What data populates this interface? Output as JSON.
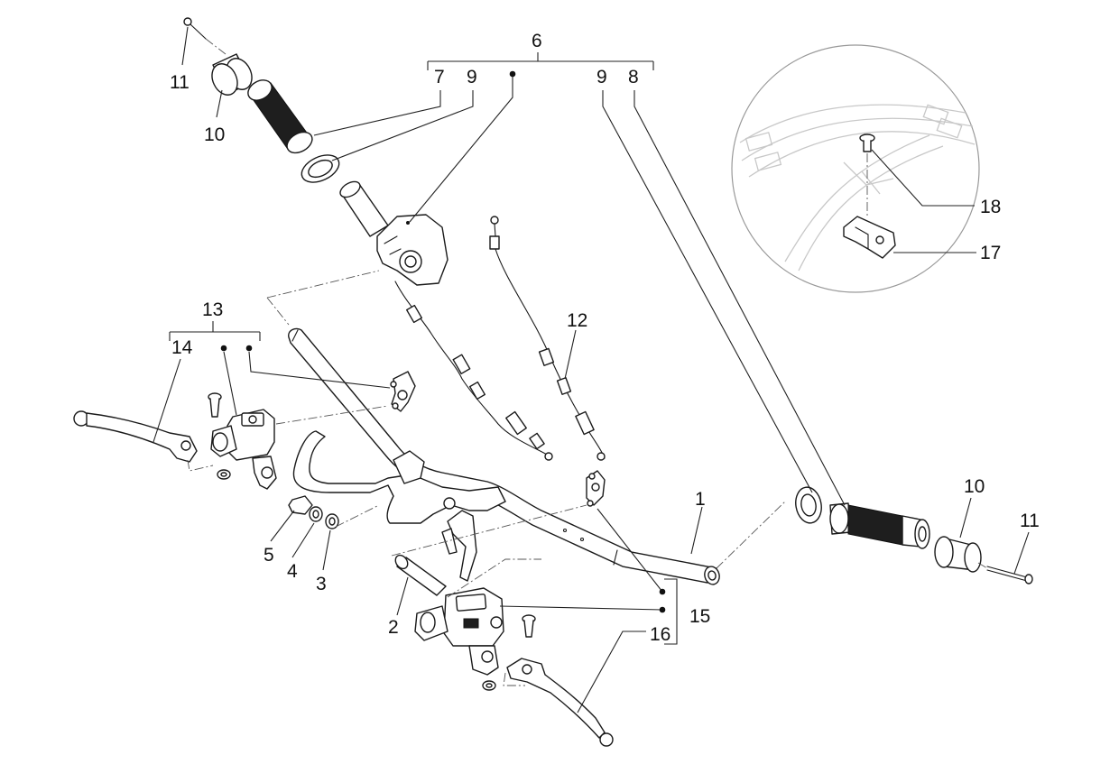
{
  "callouts": {
    "c1": "1",
    "c2": "2",
    "c3": "3",
    "c4": "4",
    "c5": "5",
    "c6": "6",
    "c7": "7",
    "c8": "8",
    "c9a": "9",
    "c9b": "9",
    "c10a": "10",
    "c10b": "10",
    "c11a": "11",
    "c11b": "11",
    "c12": "12",
    "c13": "13",
    "c14": "14",
    "c15": "15",
    "c16": "16",
    "c17": "17",
    "c18": "18"
  },
  "colors": {
    "line": "#1a1a1a",
    "grip_rubber": "#1e1e1e",
    "inset_ghost": "#c8c8c8",
    "background": "#ffffff"
  }
}
